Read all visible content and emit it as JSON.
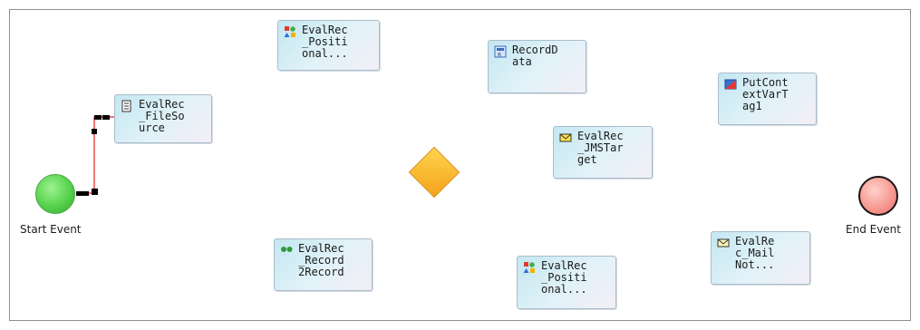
{
  "diagram": {
    "start_event": {
      "label": "Start Event",
      "fill": "#4fd24a"
    },
    "end_event": {
      "label": "End Event",
      "fill": "#f4948c"
    },
    "gateway": {
      "icon": "exclusive-gateway-diamond",
      "fill": "#f7b22c"
    },
    "connector": {
      "color": "#e52020"
    },
    "tasks": [
      {
        "id": "file-source",
        "label": "EvalRec\n_FileSo\nurce",
        "icon": "document-icon"
      },
      {
        "id": "positional-1",
        "label": "EvalRec\n_Positi\nonal...",
        "icon": "shapes-icon"
      },
      {
        "id": "record-data",
        "label": "RecordD\nata",
        "icon": "record-data-icon"
      },
      {
        "id": "put-context",
        "label": "PutCont\nextVarT\nag1",
        "icon": "context-tag-icon"
      },
      {
        "id": "jms-target",
        "label": "EvalRec\n_JMSTar\nget",
        "icon": "envelope-icon"
      },
      {
        "id": "record-2-record",
        "label": "EvalRec\n_Record\n2Record",
        "icon": "dots-icon"
      },
      {
        "id": "positional-2",
        "label": "EvalRec\n_Positi\nonal...",
        "icon": "shapes-icon"
      },
      {
        "id": "mail-notification",
        "label": "EvalRe\nc_Mail\nNot...",
        "icon": "envelope-icon"
      }
    ]
  }
}
